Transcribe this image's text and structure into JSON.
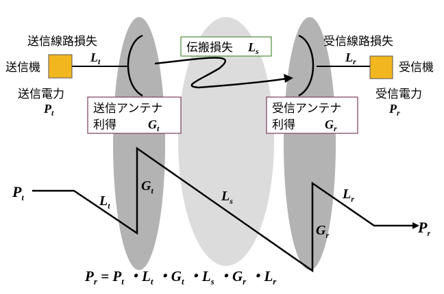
{
  "colors": {
    "ellipse_dark": "#b3b3b3",
    "ellipse_light": "#dcdcdc",
    "box_fill": "#f2b71f",
    "box_green": "#4f8a3a",
    "box_purple": "#7a3a5c",
    "line": "#000000"
  },
  "labels": {
    "tx_device": "送信機",
    "rx_device": "受信機",
    "tx_line_loss": "送信線路損失",
    "rx_line_loss": "受信線路損失",
    "tx_power": "送信電力",
    "rx_power": "受信電力",
    "propagation_loss": "伝搬損失",
    "tx_antenna": "送信アンテナ",
    "rx_antenna": "受信アンテナ",
    "gain": "利得"
  },
  "symbols": {
    "P": "P",
    "L": "L",
    "G": "G",
    "t": "t",
    "r": "r",
    "s": "s"
  },
  "formula": {
    "lhs": "P",
    "lhs_sub": "r",
    "eq": " = ",
    "terms": [
      {
        "base": "P",
        "sub": "t"
      },
      {
        "base": "L",
        "sub": "t"
      },
      {
        "base": "G",
        "sub": "t"
      },
      {
        "base": "L",
        "sub": "s"
      },
      {
        "base": "G",
        "sub": "r"
      },
      {
        "base": "L",
        "sub": "r"
      }
    ],
    "dot": " ・"
  }
}
